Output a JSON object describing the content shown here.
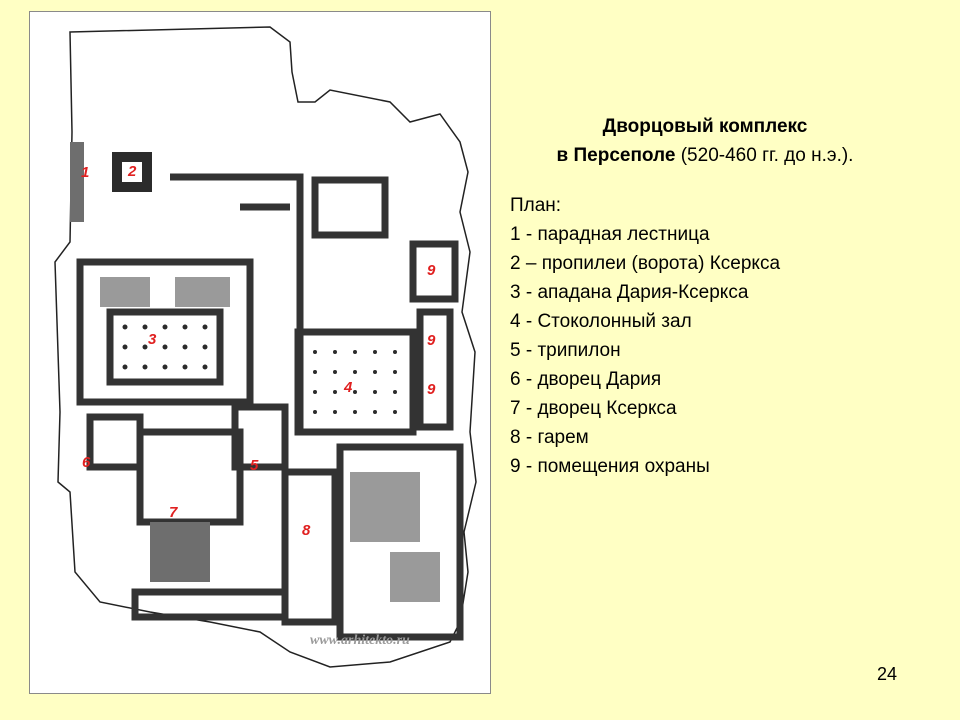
{
  "title": {
    "line1": "Дворцовый комплекс",
    "line2_bold": "в Персеполе",
    "line2_rest": " (520-460 гг. до н.э.)."
  },
  "legend": {
    "heading": "План:",
    "items": [
      "1 - парадная лестница",
      "2 – пропилеи (ворота) Ксеркса",
      "3 - ападана Дария-Ксеркса",
      "4 - Стоколонный зал",
      "5 - трипилон",
      "6 - дворец Дария",
      "7 - дворец Ксеркса",
      "8 - гарем",
      "9 - помещения охраны"
    ]
  },
  "plan_labels": [
    "1",
    "2",
    "3",
    "4",
    "5",
    "6",
    "7",
    "8",
    "9",
    "9",
    "9"
  ],
  "watermark": "www.arhitekto.ru",
  "page_number": "24",
  "colors": {
    "background": "#FFFFC4",
    "label": "#e02020",
    "walls": "#333333"
  }
}
